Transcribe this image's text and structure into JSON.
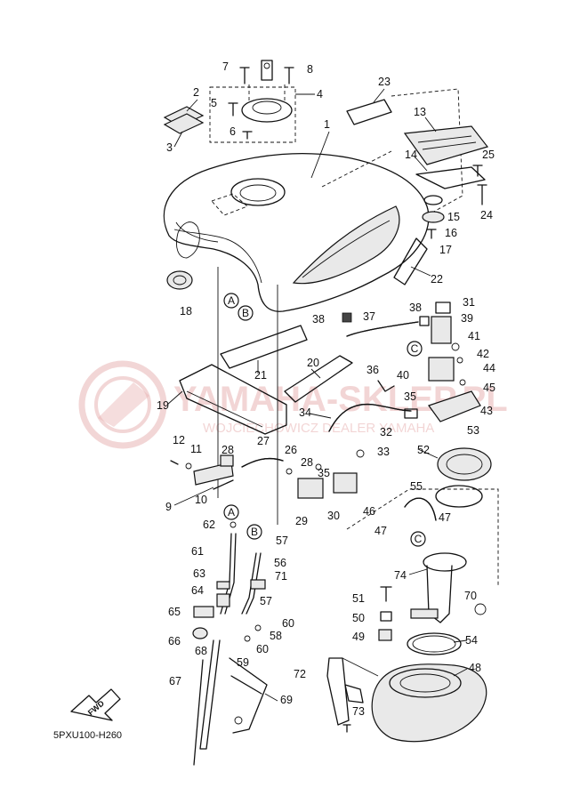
{
  "diagram_code": "5PXU100-H260",
  "fwd_label": "FWD",
  "watermark": {
    "main": "YAMAHA-SKLEP.PL",
    "sub": "WOJCIECHOWICZ DEALER YAMAHA",
    "color": "#e8b4b4"
  },
  "callouts": [
    "1",
    "2",
    "3",
    "4",
    "5",
    "6",
    "7",
    "8",
    "9",
    "10",
    "11",
    "12",
    "13",
    "14",
    "15",
    "16",
    "17",
    "18",
    "19",
    "20",
    "21",
    "22",
    "23",
    "24",
    "25",
    "26",
    "27",
    "28",
    "28",
    "29",
    "30",
    "31",
    "32",
    "33",
    "34",
    "35",
    "35",
    "36",
    "37",
    "38",
    "38",
    "39",
    "40",
    "41",
    "42",
    "43",
    "44",
    "45",
    "46",
    "47",
    "47",
    "48",
    "49",
    "50",
    "51",
    "52",
    "53",
    "54",
    "55",
    "56",
    "57",
    "57",
    "58",
    "59",
    "60",
    "60",
    "61",
    "62",
    "63",
    "64",
    "65",
    "66",
    "67",
    "68",
    "69",
    "70",
    "71",
    "72",
    "73",
    "74"
  ],
  "circle_refs": [
    "A",
    "B",
    "C",
    "A",
    "B",
    "C"
  ]
}
